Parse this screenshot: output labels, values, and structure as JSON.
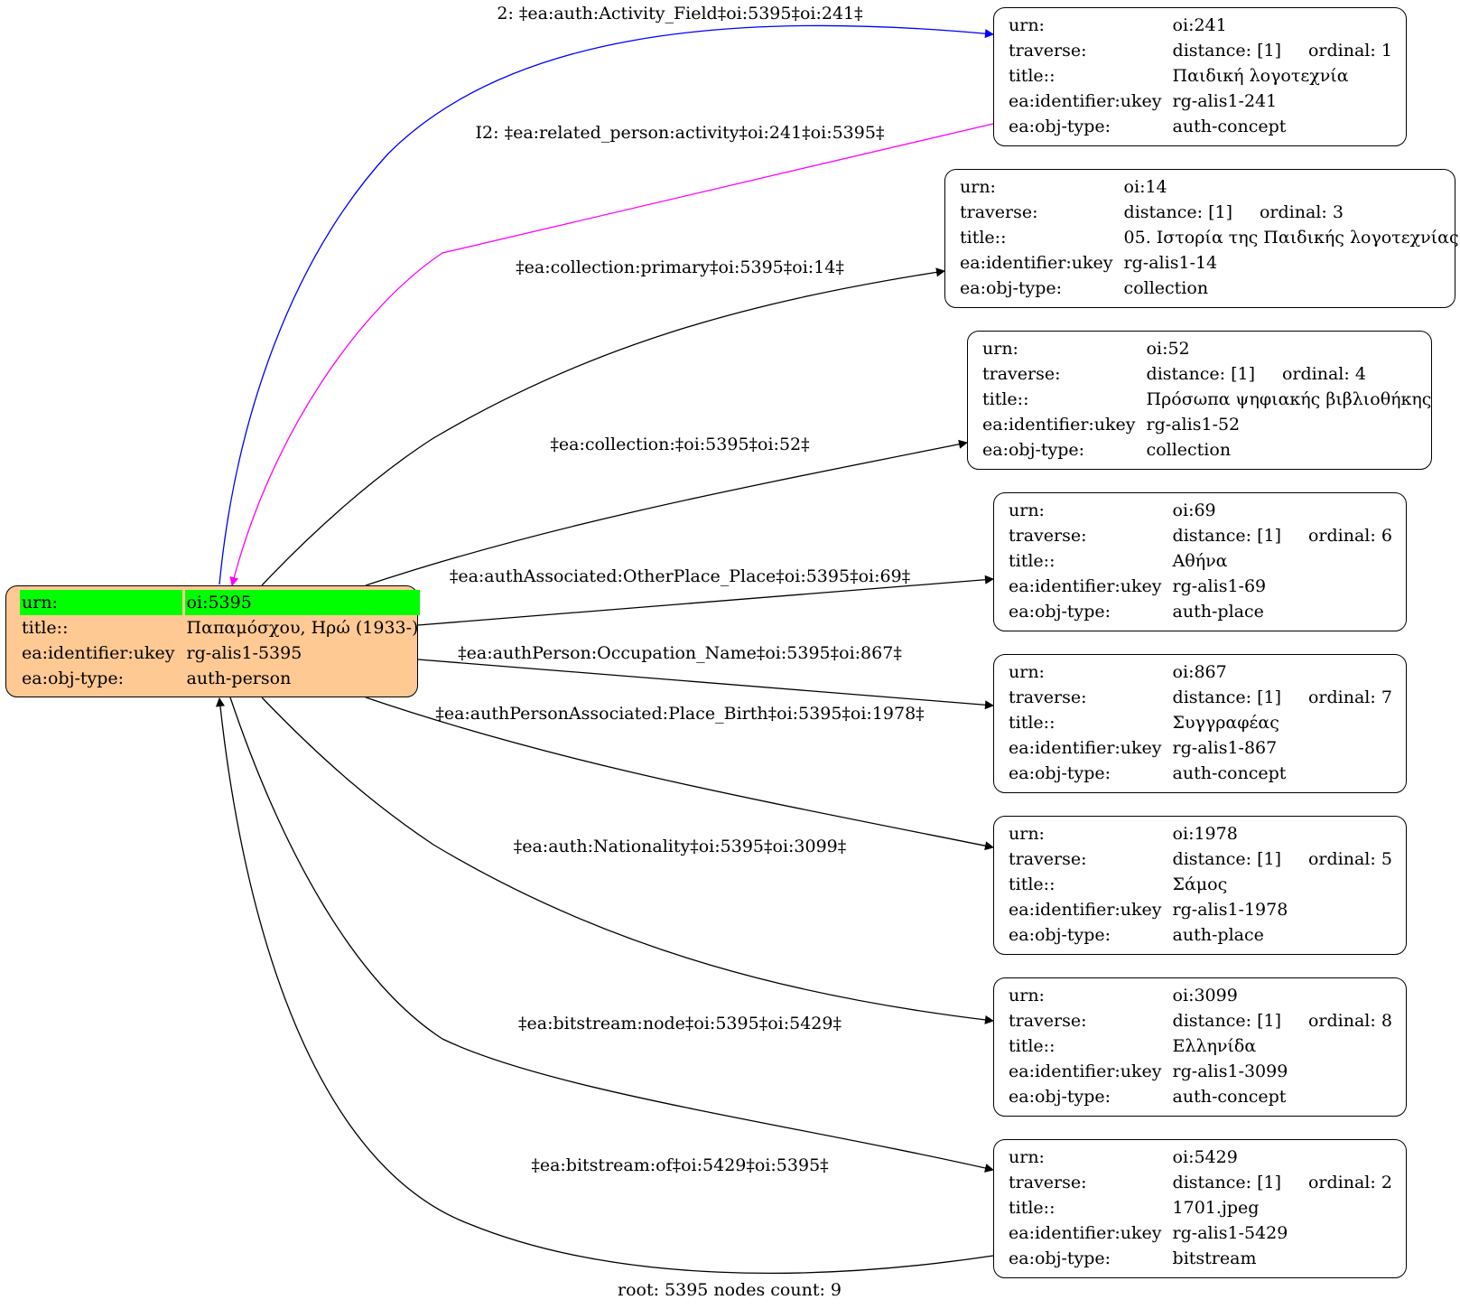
{
  "root": {
    "rows": [
      {
        "key": "urn:",
        "value": "oi:5395"
      },
      {
        "key": "title::",
        "value": "Παπαμόσχου, Ηρώ (1933-)"
      },
      {
        "key": "ea:identifier:ukey",
        "value": "rg-alis1-5395"
      },
      {
        "key": "ea:obj-type:",
        "value": "auth-person"
      }
    ],
    "fill_color": "#ffc994",
    "highlight_color": "#00ff00"
  },
  "nodes": [
    {
      "urn": "oi:241",
      "distance": "distance: [1]",
      "ordinal": "ordinal: 1",
      "title": "Παιδική λογοτεχνία",
      "ukey": "rg-alis1-241",
      "obj_type": "auth-concept"
    },
    {
      "urn": "oi:14",
      "distance": "distance: [1]",
      "ordinal": "ordinal: 3",
      "title": "05. Ιστορία της Παιδικής λογοτεχνίας",
      "ukey": "rg-alis1-14",
      "obj_type": "collection"
    },
    {
      "urn": "oi:52",
      "distance": "distance: [1]",
      "ordinal": "ordinal: 4",
      "title": "Πρόσωπα ψηφιακής βιβλιοθήκης",
      "ukey": "rg-alis1-52",
      "obj_type": "collection"
    },
    {
      "urn": "oi:69",
      "distance": "distance: [1]",
      "ordinal": "ordinal: 6",
      "title": "Αθήνα",
      "ukey": "rg-alis1-69",
      "obj_type": "auth-place"
    },
    {
      "urn": "oi:867",
      "distance": "distance: [1]",
      "ordinal": "ordinal: 7",
      "title": "Συγγραφέας",
      "ukey": "rg-alis1-867",
      "obj_type": "auth-concept"
    },
    {
      "urn": "oi:1978",
      "distance": "distance: [1]",
      "ordinal": "ordinal: 5",
      "title": "Σάμος",
      "ukey": "rg-alis1-1978",
      "obj_type": "auth-place"
    },
    {
      "urn": "oi:3099",
      "distance": "distance: [1]",
      "ordinal": "ordinal: 8",
      "title": "Ελληνίδα",
      "ukey": "rg-alis1-3099",
      "obj_type": "auth-concept"
    },
    {
      "urn": "oi:5429",
      "distance": "distance: [1]",
      "ordinal": "ordinal: 2",
      "title": "1701.jpeg",
      "ukey": "rg-alis1-5429",
      "obj_type": "bitstream"
    }
  ],
  "labels": {
    "urn": "urn:",
    "traverse": "traverse:",
    "title": "title::",
    "ukey": "ea:identifier:ukey",
    "obj_type": "ea:obj-type:"
  },
  "edges": [
    {
      "label": "2: ‡ea:auth:Activity_Field‡oi:5395‡oi:241‡",
      "color": "#0000ff"
    },
    {
      "label": "I2: ‡ea:related_person:activity‡oi:241‡oi:5395‡",
      "color": "#ff00ff"
    },
    {
      "label": "‡ea:collection:primary‡oi:5395‡oi:14‡",
      "color": "#000000"
    },
    {
      "label": "‡ea:collection:‡oi:5395‡oi:52‡",
      "color": "#000000"
    },
    {
      "label": "‡ea:authAssociated:OtherPlace_Place‡oi:5395‡oi:69‡",
      "color": "#000000"
    },
    {
      "label": "‡ea:authPerson:Occupation_Name‡oi:5395‡oi:867‡",
      "color": "#000000"
    },
    {
      "label": "‡ea:authPersonAssociated:Place_Birth‡oi:5395‡oi:1978‡",
      "color": "#000000"
    },
    {
      "label": "‡ea:auth:Nationality‡oi:5395‡oi:3099‡",
      "color": "#000000"
    },
    {
      "label": "‡ea:bitstream:node‡oi:5395‡oi:5429‡",
      "color": "#000000"
    },
    {
      "label": "‡ea:bitstream:of‡oi:5429‡oi:5395‡",
      "color": "#000000"
    }
  ],
  "footer": "root: 5395 nodes count: 9"
}
